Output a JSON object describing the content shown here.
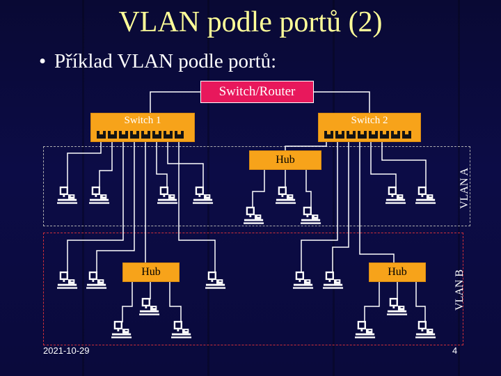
{
  "slide": {
    "title": "VLAN podle portů (2)",
    "bullet": "Příklad VLAN podle portů:",
    "date": "2021-10-29",
    "page_number": "4"
  },
  "diagram": {
    "switch_router": "Switch/Router",
    "switch1": "Switch 1",
    "switch2": "Switch 2",
    "hub_a": "Hub",
    "hub_b1": "Hub",
    "hub_b2": "Hub",
    "vlan_a": "VLAN A",
    "vlan_b": "VLAN B",
    "computer_icon": "computer-icon"
  },
  "colors": {
    "background": "#0a0a3c",
    "title": "#ffff99",
    "switch_router": "#e8185c",
    "switch": "#f7a31a",
    "wire": "#ffffff",
    "vlan_b_border": "#d0303a"
  }
}
